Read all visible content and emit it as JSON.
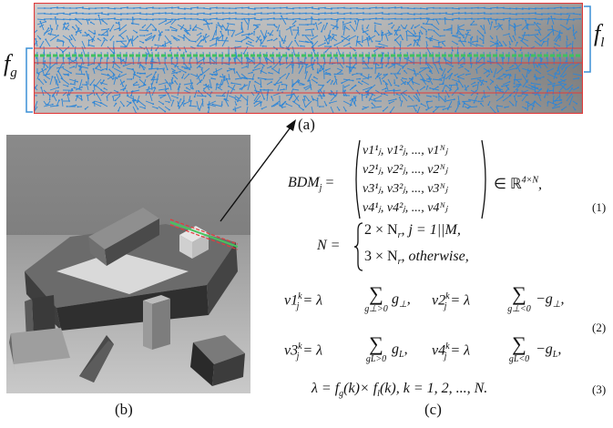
{
  "panels": {
    "a_caption": "(a)",
    "b_caption": "(b)",
    "c_caption": "(c)"
  },
  "labels": {
    "f_g": "f",
    "f_g_sub": "g",
    "f_l": "f",
    "f_l_sub": "l"
  },
  "equations": {
    "eq1": {
      "lhs": "BDM",
      "lhs_sub": "j",
      "rows": [
        "v1¹ⱼ, v1²ⱼ, ..., v1ᴺⱼ",
        "v2¹ⱼ, v2²ⱼ, ..., v2ᴺⱼ",
        "v3¹ⱼ, v3²ⱼ, ..., v3ᴺⱼ",
        "v4¹ⱼ, v4²ⱼ, ..., v4ᴺⱼ"
      ],
      "tail": "∈ ℝ",
      "tail_sup": "4×N",
      "tail_end": ",",
      "number": "(1)",
      "n_lhs": "N =",
      "n_case1": "2 × N",
      "n_case1_sub": "r",
      "n_case1_cond": ",   j = 1||M,",
      "n_case2": "3 × N",
      "n_case2_sub": "r",
      "n_case2_cond": ",   otherwise,"
    },
    "eq2": {
      "number": "(2)",
      "line1_a": "v1",
      "line1_a_sup": "k",
      "line1_a_sub": "j",
      "line1_a_rhs": "= λ",
      "line1_a_sum_cond": "g⊥>0",
      "line1_a_term": "g",
      "line1_a_term_sub": "⊥",
      "line1_b": "v2",
      "line1_b_sup": "k",
      "line1_b_sub": "j",
      "line1_b_rhs": "= λ",
      "line1_b_sum_cond": "g⊥<0",
      "line1_b_term": "−g",
      "line1_b_term_sub": "⊥",
      "line1_end": ",",
      "line2_a": "v3",
      "line2_a_sup": "k",
      "line2_a_sub": "j",
      "line2_a_rhs": "= λ",
      "line2_a_sum_cond": "gL>0",
      "line2_a_term": "g",
      "line2_a_term_sub": "L",
      "line2_b": "v4",
      "line2_b_sup": "k",
      "line2_b_sub": "j",
      "line2_b_rhs": "= λ",
      "line2_b_sum_cond": "gL<0",
      "line2_b_term": "−g",
      "line2_b_term_sub": "L",
      "line2_end": ","
    },
    "eq3": {
      "text_a": "λ = f",
      "text_a_sub": "g",
      "text_b": "(k)× f",
      "text_b_sub": "l",
      "text_c": "(k), k = 1, 2, ..., N.",
      "number": "(3)"
    }
  }
}
